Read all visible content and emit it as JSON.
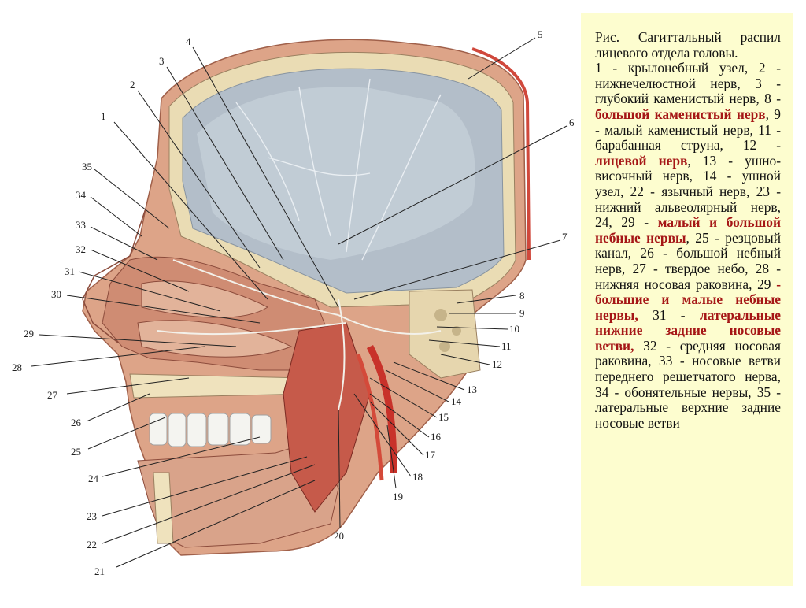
{
  "figure": {
    "labels": [
      "1",
      "2",
      "3",
      "4",
      "5",
      "6",
      "7",
      "8",
      "9",
      "10",
      "11",
      "12",
      "13",
      "14",
      "15",
      "16",
      "17",
      "18",
      "19",
      "20",
      "21",
      "22",
      "23",
      "24",
      "25",
      "26",
      "27",
      "28",
      "29",
      "30",
      "31",
      "32",
      "33",
      "34",
      "35"
    ]
  },
  "caption": {
    "segments": [
      {
        "text": "Рис. Сагиттальный распил лицевого отдела головы.",
        "emph": false,
        "br": true
      },
      {
        "text": "1 - крылонебный узел, 2 - нижнечелюстной нерв, 3 - глубокий каменистый нерв, 8 - ",
        "emph": false
      },
      {
        "text": "большой каменистый нерв",
        "emph": true
      },
      {
        "text": ", 9 - малый каменистый нерв, 11 - барабанная струна, 12 - ",
        "emph": false
      },
      {
        "text": "лицевой нерв",
        "emph": true
      },
      {
        "text": ", 13 - ушно-височный нерв, 14 - ушной узел, 22 - язычный нерв, 23 - нижний альвеолярный нерв, 24, 29 - ",
        "emph": false
      },
      {
        "text": "малый и большой небные нервы",
        "emph": true
      },
      {
        "text": ", 25 - резцовый канал, 26 - большой небный нерв, 27 - твердое небо, 28 - нижняя носовая раковина, 29 ",
        "emph": false
      },
      {
        "text": "- большие и малые небные нервы,",
        "emph": true
      },
      {
        "text": " 31 - ",
        "emph": false
      },
      {
        "text": "латеральные нижние задние носовые ветви,",
        "emph": true
      },
      {
        "text": " 32 - средняя носовая раковина, 33 - носовые ветви переднего решетчатого нерва, 34 - обонятельные нервы, 35 - латеральные верхние задние носовые ветви",
        "emph": false
      }
    ]
  },
  "colors": {
    "caption_bg": "#fdfdcf",
    "emphasis": "#a51616",
    "skull_bone": "#e8d9b0",
    "brain_cavity": "#aab6c2",
    "muscle": "#c65a4a",
    "artery": "#c8322a",
    "skin": "#d89a7a"
  }
}
